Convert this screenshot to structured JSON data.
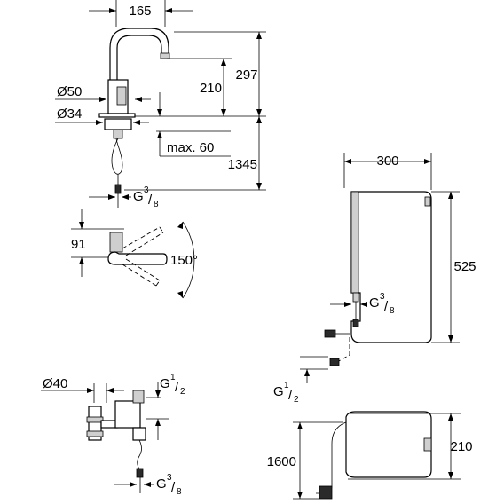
{
  "faucet": {
    "width_dim": "165",
    "spout_height_dim": "297",
    "outlet_height_dim": "210",
    "base_diameter_dim": "Ø50",
    "hole_diameter_dim": "Ø34",
    "deck_thickness_dim": "max. 60",
    "hose_length_dim": "1345",
    "connection_prefix": "G",
    "connection_num": "3",
    "connection_den": "8"
  },
  "top_view": {
    "offset_dim": "91",
    "swivel_angle_dim": "150°"
  },
  "valve": {
    "diameter_dim": "Ø40",
    "inlet_prefix": "G",
    "inlet_num": "1",
    "inlet_den": "2",
    "outlet_prefix": "G",
    "outlet_num": "3",
    "outlet_den": "8"
  },
  "heater": {
    "width_dim": "300",
    "height_dim": "525",
    "outlet_prefix": "G",
    "outlet_num": "3",
    "outlet_den": "8",
    "inlet_prefix": "G",
    "inlet_num": "1",
    "inlet_den": "2"
  },
  "heater_side": {
    "depth_dim": "210",
    "cable_dim": "1600"
  }
}
